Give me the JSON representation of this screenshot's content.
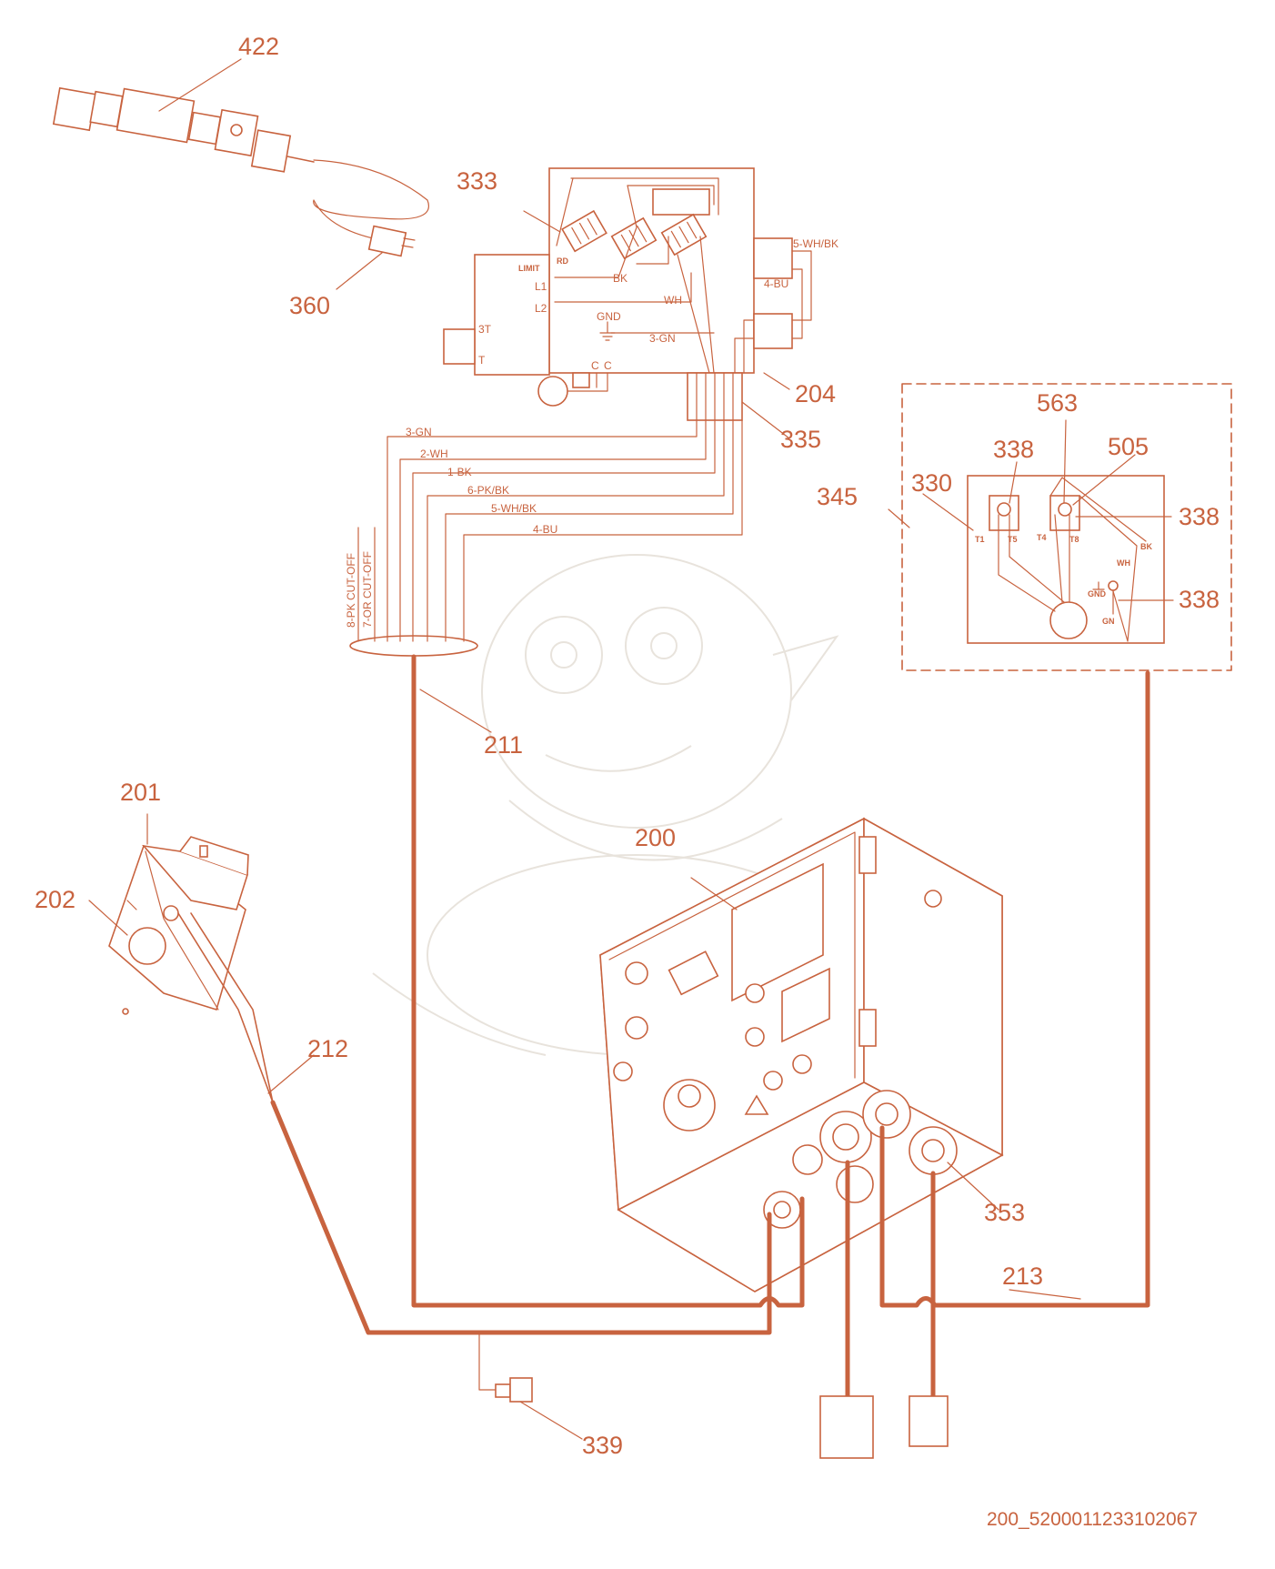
{
  "callouts": {
    "c422": "422",
    "c333": "333",
    "c360": "360",
    "c204": "204",
    "c335": "335",
    "c345": "345",
    "c563": "563",
    "c338a": "338",
    "c505": "505",
    "c330": "330",
    "c338b": "338",
    "c338c": "338",
    "c211": "211",
    "c201": "201",
    "c202": "202",
    "c200": "200",
    "c212": "212",
    "c353": "353",
    "c213": "213",
    "c339": "339"
  },
  "terminals": {
    "limit": "LIMIT",
    "rd": "RD",
    "l1": "L1",
    "bk": "BK",
    "l2": "L2",
    "wh": "WH",
    "gnd": "GND",
    "gn3": "3-GN",
    "t3": "3T",
    "t": "T",
    "c1": "C",
    "c2": "C",
    "whbk5": "5-WH/BK",
    "bu4": "4-BU"
  },
  "wires": {
    "w3gn": "3-GN",
    "w2wh": "2-WH",
    "w1bk": "1-BK",
    "w6pkbk": "6-PK/BK",
    "w5whbk": "5-WH/BK",
    "w4bu": "4-BU",
    "w8pk": "8-PK CUT-OFF",
    "w7or": "7-OR CUT-OFF"
  },
  "motor": {
    "t1": "T1",
    "t5": "T5",
    "t4": "T4",
    "t8": "T8",
    "bk": "BK",
    "wh": "WH",
    "gnd": "GND",
    "gn": "GN"
  },
  "footer": {
    "code": "200_5200011233102067"
  },
  "colors": {
    "line": "#c8633f",
    "watermark": "#e8e3dc",
    "background": "#ffffff"
  }
}
